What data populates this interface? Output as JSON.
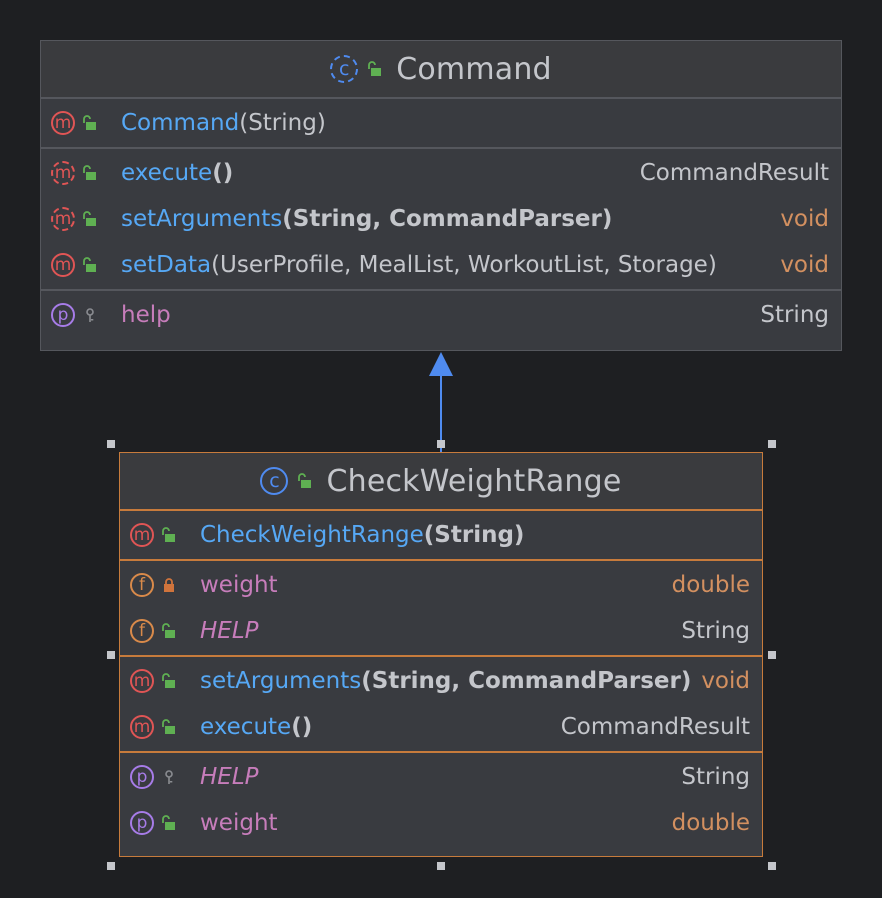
{
  "command": {
    "title": "Command",
    "constructor": {
      "name": "Command",
      "params": "(String)"
    },
    "methods": [
      {
        "name": "execute",
        "params": "()",
        "type": "CommandResult",
        "type_color": "gray",
        "abstract": true
      },
      {
        "name": "setArguments",
        "params": "(String, CommandParser)",
        "type": "void",
        "type_color": "orange",
        "abstract": true
      },
      {
        "name": "setData",
        "params": "(UserProfile, MealList, WorkoutList, Storage)",
        "type": "void",
        "type_color": "orange",
        "abstract": false
      }
    ],
    "properties": [
      {
        "name": "help",
        "type": "String"
      }
    ]
  },
  "check_weight_range": {
    "title": "CheckWeightRange",
    "constructor": {
      "name": "CheckWeightRange",
      "params": "(String)"
    },
    "fields": [
      {
        "name": "weight",
        "type": "double",
        "visibility": "private"
      },
      {
        "name": "HELP",
        "type": "String",
        "visibility": "public"
      }
    ],
    "methods": [
      {
        "name": "setArguments",
        "params": "(String, CommandParser)",
        "type": "void"
      },
      {
        "name": "execute",
        "params": "()",
        "type": "CommandResult"
      }
    ],
    "properties": [
      {
        "name": "HELP",
        "type": "String"
      },
      {
        "name": "weight",
        "type": "double"
      }
    ]
  },
  "colors": {
    "background": "#1e1f22",
    "box": "#393b40",
    "method_name": "#56a8f5",
    "property_name": "#c77dbb",
    "type_orange": "#d39060",
    "inheritance_arrow": "#4f8bf0",
    "selected_border": "#c77b3c"
  }
}
